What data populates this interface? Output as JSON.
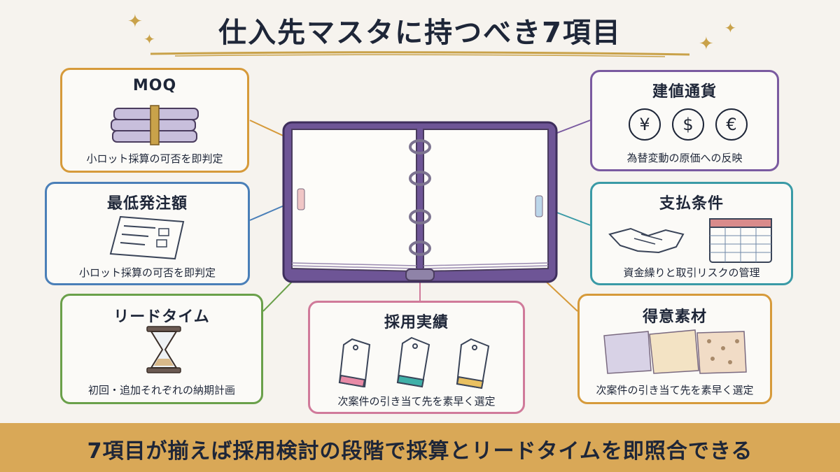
{
  "title": "仕入先マスタに持つべき7項目",
  "cards": {
    "moq": {
      "title": "MOQ",
      "text": "小ロット採算の可否を即判定",
      "icon": "stacked-fabric-icon",
      "color": "#d69a3a"
    },
    "min_order_amount": {
      "title": "最低発注額",
      "text": "小ロット採算の可否を即判定",
      "icon": "order-form-icon",
      "color": "#4a7fb8"
    },
    "lead_time": {
      "title": "リードタイム",
      "text": "初回・追加それぞれの納期計画",
      "icon": "hourglass-icon",
      "color": "#6aa04a"
    },
    "adoption_record": {
      "title": "採用実績",
      "text": "次案件の引き当て先を素早く選定",
      "icon": "tag-icons",
      "color": "#d07a9a"
    },
    "currency": {
      "title": "建値通貨",
      "text": "為替変動の原価への反映",
      "icon": "currency-icons",
      "color": "#7a5aa0",
      "symbols": [
        "¥",
        "$",
        "€"
      ]
    },
    "payment_terms": {
      "title": "支払条件",
      "text": "資金繰りと取引リスクの管理",
      "icon": "handshake-calendar-icon",
      "color": "#3a9aa6"
    },
    "specialty_material": {
      "title": "得意素材",
      "text": "次案件の引き当て先を素早く選定",
      "icon": "fabric-swatch-icon",
      "color": "#d69a3a"
    }
  },
  "footer": {
    "text": "7項目が揃えば採用検討の段階で採算とリードタイムを即照合できる",
    "color": "#d9a857"
  }
}
